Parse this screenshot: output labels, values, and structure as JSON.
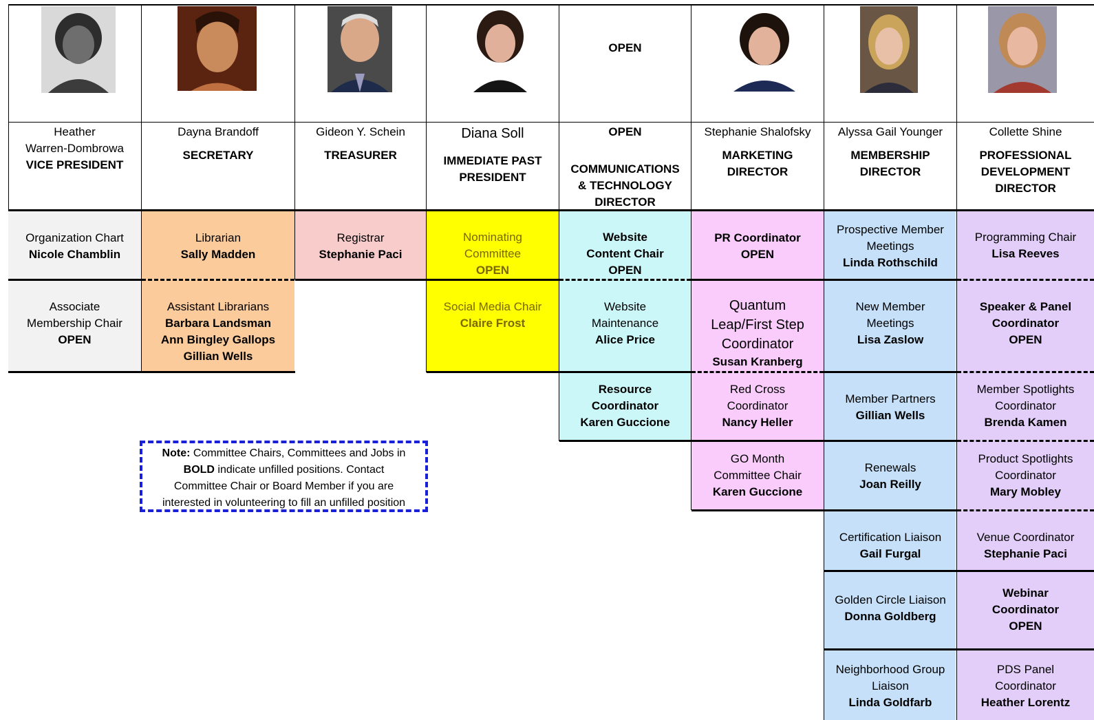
{
  "colors": {
    "gray": "#f2f2f2",
    "orange": "#fbcb9c",
    "pink": "#f9cccc",
    "yellow": "#ffff00",
    "cyan": "#ccf7f9",
    "magenta": "#f9ccfb",
    "blue": "#c5e0f8",
    "lavender": "#e2cef8",
    "note_border": "#1a20d8",
    "yellow_text": "#7a6800"
  },
  "officers": [
    {
      "photo_alt": "Heather photo",
      "name_lines": [
        "Heather",
        "Warren-Dombrowa"
      ],
      "title_lines": [
        "VICE PRESIDENT"
      ]
    },
    {
      "photo_alt": "Dayna photo",
      "name_lines": [
        "Dayna Brandoff"
      ],
      "title_lines": [
        "SECRETARY"
      ]
    },
    {
      "photo_alt": "Gideon photo",
      "name_lines": [
        "Gideon Y. Schein"
      ],
      "title_lines": [
        "TREASURER"
      ]
    },
    {
      "photo_alt": "Diana photo",
      "name_lines": [
        "Diana Soll"
      ],
      "title_lines": [
        "IMMEDIATE PAST",
        "PRESIDENT"
      ]
    },
    {
      "photo_text": "OPEN",
      "name_lines": [
        "OPEN"
      ],
      "title_lines": [
        "COMMUNICATIONS",
        "& TECHNOLOGY",
        "DIRECTOR"
      ]
    },
    {
      "photo_alt": "Stephanie photo",
      "name_lines": [
        "Stephanie Shalofsky"
      ],
      "title_lines": [
        "MARKETING",
        "DIRECTOR"
      ]
    },
    {
      "photo_alt": "Alyssa photo",
      "name_lines": [
        "Alyssa Gail Younger"
      ],
      "title_lines": [
        "MEMBERSHIP",
        "DIRECTOR"
      ]
    },
    {
      "photo_alt": "Collette photo",
      "name_lines": [
        "Collette  Shine"
      ],
      "title_lines": [
        "PROFESSIONAL",
        "DEVELOPMENT",
        "DIRECTOR"
      ]
    }
  ],
  "cells": {
    "c1r1": [
      "Organization Chart",
      "Nicole Chamblin"
    ],
    "c1r2": [
      "Associate",
      "Membership Chair",
      "OPEN"
    ],
    "c2r1": [
      "Librarian",
      "Sally Madden"
    ],
    "c2r2": [
      "Assistant Librarians",
      "Barbara Landsman",
      "Ann Bingley Gallops",
      "Gillian Wells"
    ],
    "c3r1": [
      "Registrar",
      "Stephanie Paci"
    ],
    "c4r1": [
      "Nominating",
      "Committee",
      "OPEN"
    ],
    "c4r2": [
      "Social Media Chair",
      "Claire Frost"
    ],
    "c5r1": [
      "Website",
      "Content Chair",
      "OPEN"
    ],
    "c5r2": [
      "Website",
      "Maintenance",
      "Alice Price"
    ],
    "c5r3": [
      "Resource",
      "Coordinator",
      "Karen Guccione"
    ],
    "c6r1": [
      "PR Coordinator",
      "OPEN"
    ],
    "c6r2": [
      "Quantum",
      "Leap/First Step",
      "Coordinator",
      "Susan Kranberg"
    ],
    "c6r3": [
      "Red Cross",
      "Coordinator",
      "Nancy Heller"
    ],
    "c6r4": [
      "GO Month",
      "Committee Chair",
      "Karen Guccione"
    ],
    "c7r1": [
      "Prospective Member",
      "Meetings",
      "Linda Rothschild"
    ],
    "c7r2": [
      "New Member",
      "Meetings",
      "Lisa Zaslow"
    ],
    "c7r3": [
      "Member Partners",
      "Gillian Wells"
    ],
    "c7r4": [
      "Renewals",
      "Joan Reilly"
    ],
    "c7r5": [
      "Certification Liaison",
      "Gail Furgal"
    ],
    "c7r6": [
      "Golden Circle Liaison",
      "Donna Goldberg"
    ],
    "c7r7": [
      "Neighborhood Group",
      "Liaison",
      "Linda Goldfarb"
    ],
    "c8r1": [
      "Programming Chair",
      "Lisa Reeves"
    ],
    "c8r2": [
      "Speaker & Panel",
      "Coordinator",
      "OPEN"
    ],
    "c8r3": [
      "Member Spotlights",
      "Coordinator",
      "Brenda Kamen"
    ],
    "c8r4": [
      "Product Spotlights",
      "Coordinator",
      "Mary Mobley"
    ],
    "c8r5": [
      "Venue Coordinator",
      "Stephanie Paci"
    ],
    "c8r6": [
      "Webinar",
      "Coordinator",
      "OPEN"
    ],
    "c8r7": [
      "PDS Panel",
      "Coordinator",
      "Heather Lorentz"
    ]
  },
  "note": {
    "label": "Note:",
    "line1_rest": " Committee Chairs, Committees and Jobs in",
    "bold_word": "BOLD",
    "line2_rest": " indicate unfilled positions. Contact",
    "line3": "Committee Chair or Board Member if you are",
    "line4": "interested in volunteering to fill an unfilled position"
  }
}
